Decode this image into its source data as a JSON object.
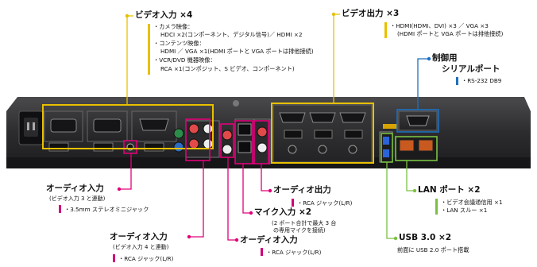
{
  "video_input": {
    "title": "ビデオ入力 ×4",
    "camera_label": "・カメラ映像：",
    "camera_detail": "HDCI ×2(コンポーネント、デジタル信号)／ HDMI ×2",
    "content_label": "・コンテンツ映像：",
    "content_detail": "HDMI ／ VGA ×1(HDMI ポートと VGA ポートは排他接続)",
    "vcr_label": "・VCR/DVD 機器映像：",
    "vcr_detail": "RCA ×1(コンポジット、S ビデオ、コンポーネント)"
  },
  "video_output": {
    "title": "ビデオ出力 ×3",
    "line1": "・HDMI(HDMI、DVI) ×3 ／ VGA ×3",
    "line2": "(HDMI ポートと VGA ポートは排他接続)"
  },
  "serial": {
    "title1": "制御用",
    "title2": "シリアルポート",
    "detail": "・RS-232 DB9"
  },
  "audio_in_3": {
    "title": "オーディオ入力",
    "sub": "(ビデオ入力 3 と連動)",
    "detail": "・3.5mm ステレオミニジャック"
  },
  "audio_in_4": {
    "title": "オーディオ入力",
    "sub": "(ビデオ入力 4 と連動)",
    "detail": "・RCA ジャック(L/R)"
  },
  "audio_out": {
    "title": "オーディオ出力",
    "detail": "・RCA ジャック(L/R)"
  },
  "mic_in": {
    "title": "マイク入力 ×2",
    "sub1": "(2 ポート合計で最大 3 台",
    "sub2": "の専用マイクを接続)"
  },
  "audio_in_rca": {
    "title": "オーディオ入力",
    "detail": "・RCA ジャック(L/R)"
  },
  "lan": {
    "title": "LAN ポート ×2",
    "line1": "・ビデオ会議通信用 ×1",
    "line2": "・LAN スルー ×1"
  },
  "usb": {
    "title": "USB 3.0 ×2",
    "sub": "前面に USB 2.0 ポート搭載"
  },
  "colors": {
    "video": "#e8c000",
    "audio": "#d0007a",
    "network": "#7ac143",
    "control": "#1e6fc0"
  }
}
